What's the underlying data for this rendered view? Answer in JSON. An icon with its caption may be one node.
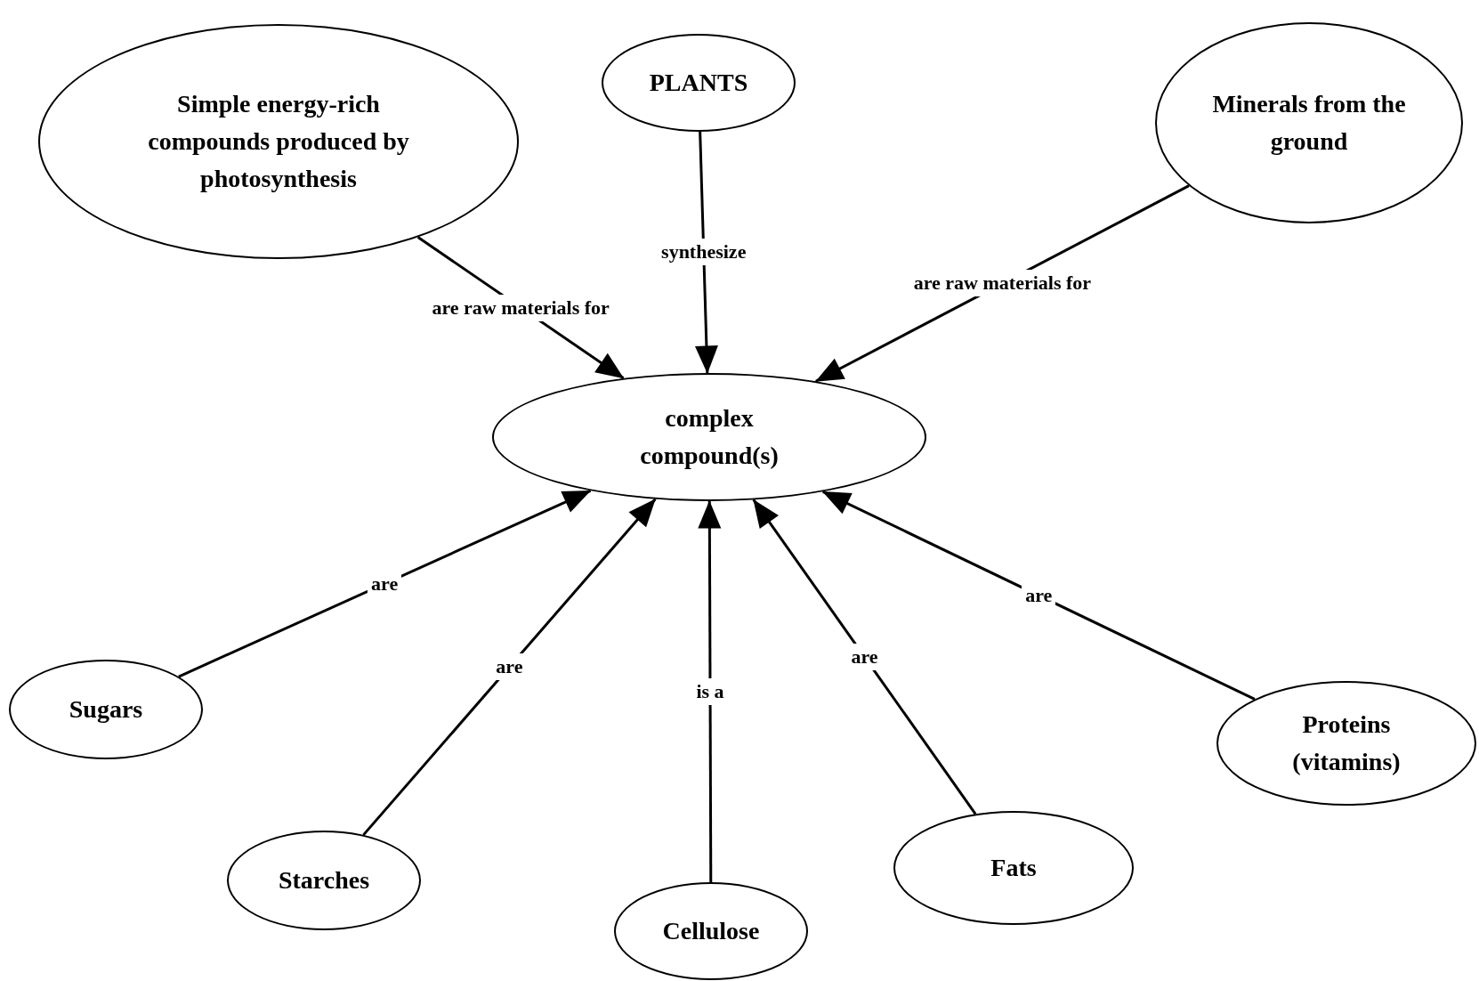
{
  "diagram": {
    "nodes": [
      {
        "text": [
          "Simple energy-rich compounds produced by photosynthesis"
        ]
      },
      {
        "text": [
          "PLANTS"
        ]
      },
      {
        "text": [
          "Minerals from the ground"
        ]
      },
      {
        "text": [
          "complex compound(s)"
        ]
      },
      {
        "text": [
          "Sugars"
        ]
      },
      {
        "text": [
          "Starches"
        ]
      },
      {
        "text": [
          "Cellulose"
        ]
      },
      {
        "text": [
          "Fats"
        ]
      },
      {
        "text": [
          "Proteins (vitamins)"
        ]
      }
    ],
    "edges": [
      {
        "from": 0,
        "to": 3,
        "arrow": "to",
        "label": "are raw materials for"
      },
      {
        "from": 1,
        "to": 3,
        "arrow": "to",
        "label": "synthesize"
      },
      {
        "from": 2,
        "to": 3,
        "arrow": "to",
        "label": "are raw materials for"
      },
      {
        "from": 4,
        "to": 3,
        "arrow": "to",
        "label": "are"
      },
      {
        "from": 5,
        "to": 3,
        "arrow": "to",
        "label": "are"
      },
      {
        "from": 6,
        "to": 3,
        "arrow": "to",
        "label": "is a"
      },
      {
        "from": 7,
        "to": 3,
        "arrow": "to",
        "label": "are"
      },
      {
        "from": 8,
        "to": 3,
        "arrow": "to",
        "label": "are"
      }
    ]
  }
}
